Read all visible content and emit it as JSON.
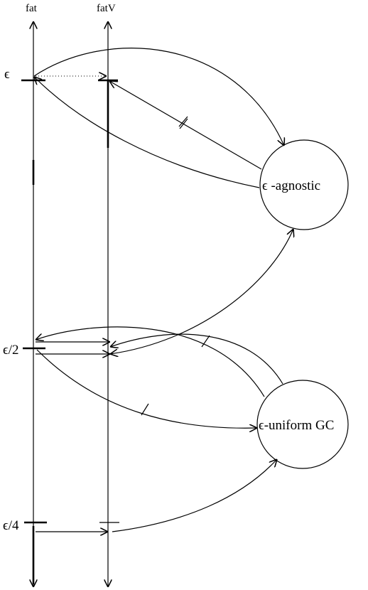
{
  "axes": {
    "left_label": "fat",
    "right_label": "fatV"
  },
  "ticks": {
    "eps": "ϵ",
    "eps_half": "ϵ/2",
    "eps_quarter": "ϵ/4"
  },
  "nodes": {
    "agnostic": "ϵ -agnostic",
    "uniform_gc": "ϵ-uniform GC"
  }
}
